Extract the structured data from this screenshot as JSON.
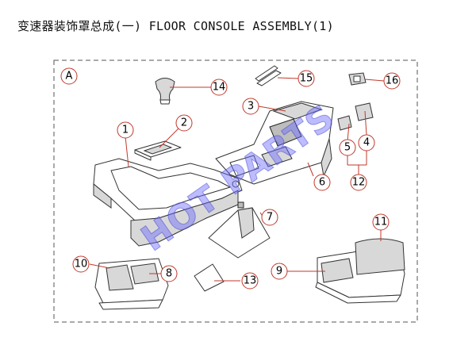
{
  "title": "变速器装饰罩总成(一) FLOOR CONSOLE ASSEMBLY(1)",
  "section_label": "A",
  "watermark": "HOT PARTS",
  "callouts": [
    "1",
    "2",
    "3",
    "4",
    "5",
    "6",
    "7",
    "8",
    "9",
    "10",
    "11",
    "12",
    "13",
    "14",
    "15",
    "16"
  ],
  "colors": {
    "callout_border": "#c0392b",
    "watermark": "#6a6aff"
  }
}
